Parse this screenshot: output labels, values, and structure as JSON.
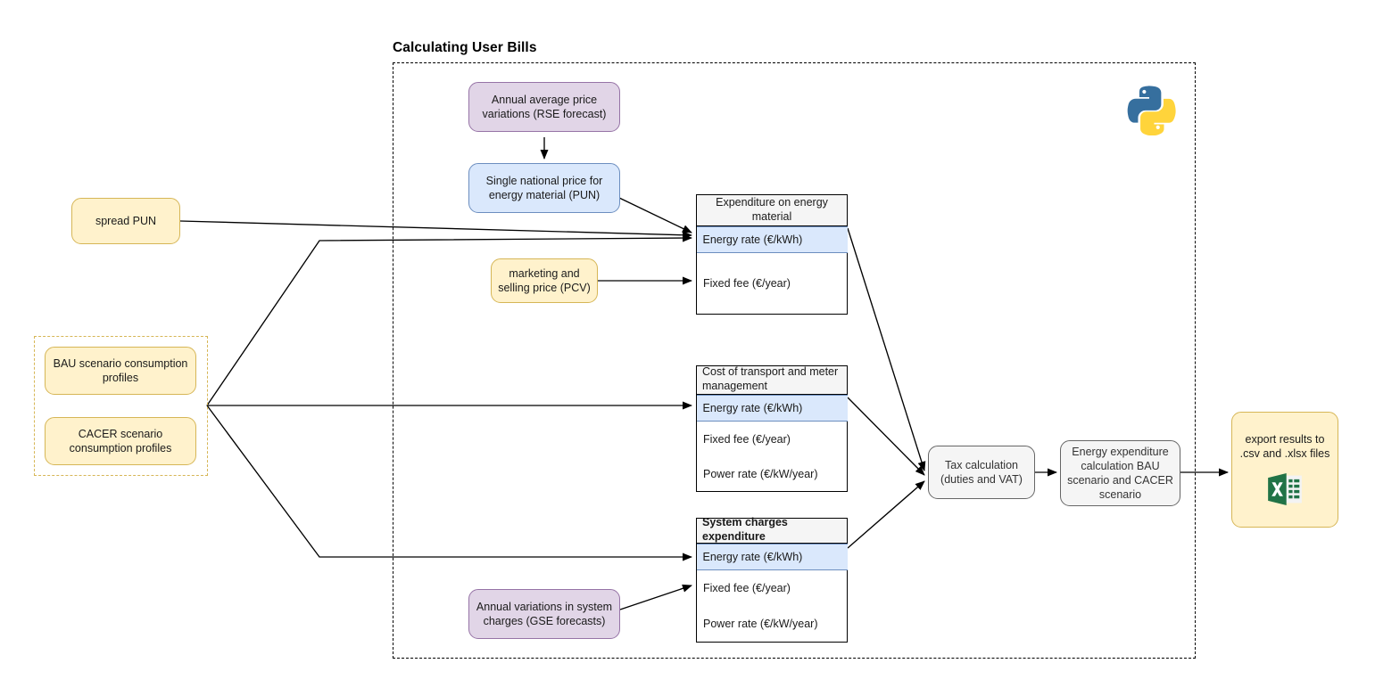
{
  "diagram": {
    "title": "Calculating User Bills",
    "type": "flowchart",
    "colors": {
      "yellow_fill": "#fff2cc",
      "yellow_stroke": "#d6b656",
      "purple_fill": "#e1d5e7",
      "purple_stroke": "#9673a6",
      "blue_fill": "#dae8fc",
      "blue_stroke": "#6c8ebf",
      "gray_fill": "#f5f5f5",
      "gray_stroke": "#666666",
      "edge": "#000000",
      "excel_green": "#217346",
      "python_blue": "#366f9e",
      "python_yellow": "#ffd43b"
    }
  },
  "inputs": {
    "spread_pun": "spread PUN",
    "bau_profiles": "BAU scenario consumption profiles",
    "cacer_profiles": "CACER scenario consumption profiles"
  },
  "forecasts": {
    "rse": "Annual average price variations (RSE forecast)",
    "pun": "Single national price for energy material (PUN)",
    "pcv": "marketing and selling price (PCV)",
    "gse": "Annual variations in system charges (GSE forecasts)"
  },
  "tables": [
    {
      "header": "Expenditure on energy material",
      "header_align": "center",
      "header_bold": false,
      "rows": [
        {
          "label": "Energy rate (€/kWh)",
          "highlight": true
        },
        {
          "label": "Fixed fee (€/year)",
          "highlight": false
        }
      ]
    },
    {
      "header": "Cost of transport and meter management",
      "header_align": "left",
      "header_bold": false,
      "rows": [
        {
          "label": "Energy rate (€/kWh)",
          "highlight": true
        },
        {
          "label": "Fixed fee (€/year)",
          "highlight": false
        },
        {
          "label": "Power rate (€/kW/year)",
          "highlight": false
        }
      ]
    },
    {
      "header": "System charges expenditure",
      "header_align": "left",
      "header_bold": true,
      "rows": [
        {
          "label": "Energy rate (€/kWh)",
          "highlight": true
        },
        {
          "label": "Fixed fee (€/year)",
          "highlight": false
        },
        {
          "label": "Power rate (€/kW/year)",
          "highlight": false
        }
      ]
    }
  ],
  "processing": {
    "tax": "Tax calculation (duties and VAT)",
    "energy_expenditure": "Energy expenditure calculation BAU scenario and CACER scenario"
  },
  "output": {
    "export": "export results to .csv and .xlsx files"
  },
  "icons": {
    "python": "python-logo",
    "excel": "excel-logo"
  }
}
